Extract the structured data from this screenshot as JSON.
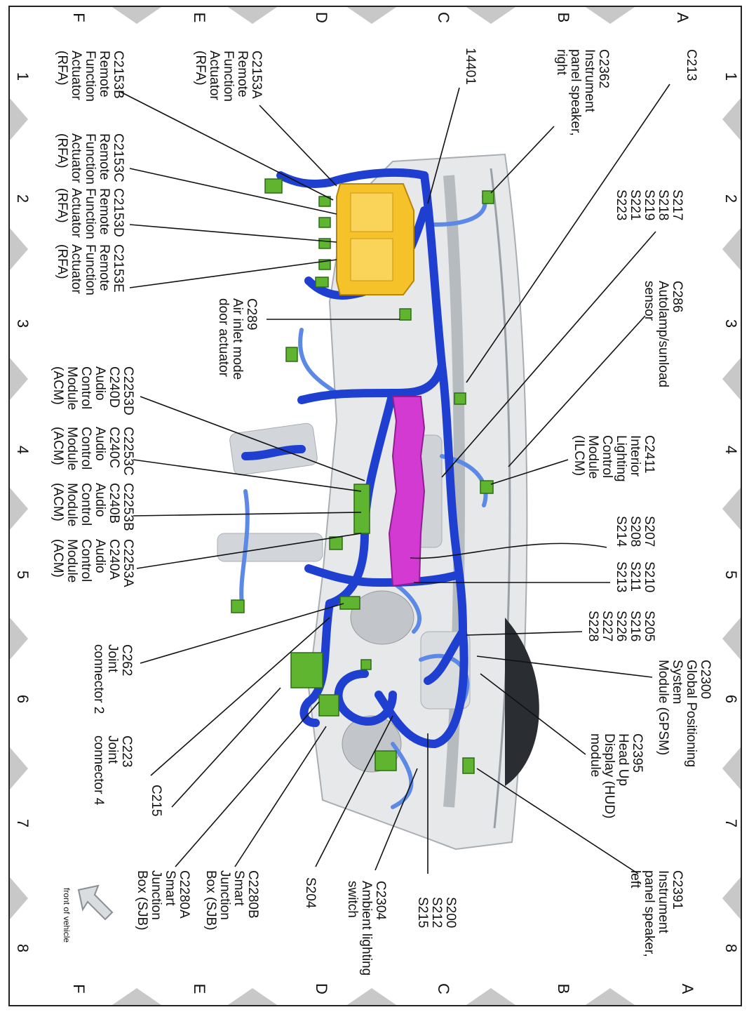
{
  "grid": {
    "letters": [
      "A",
      "B",
      "C",
      "D",
      "E",
      "F"
    ],
    "numbers": [
      "1",
      "2",
      "3",
      "4",
      "5",
      "6",
      "7",
      "8"
    ]
  },
  "labels": [
    {
      "id": "c213",
      "text": "C213"
    },
    {
      "id": "c2362",
      "text": "C2362\nInstrument\npanel speaker,\nright"
    },
    {
      "id": "14401",
      "text": "14401"
    },
    {
      "id": "c2153a",
      "text": "C2153A\nRemote\nFunction\nActuator\n(RFA)"
    },
    {
      "id": "c2153b",
      "text": "C2153B\nRemote\nFunction\nActuator\n(RFA)"
    },
    {
      "id": "c2153c",
      "text": "C2153C\nRemote\nFunction\nActuator\n(RFA)"
    },
    {
      "id": "c2153d",
      "text": "C2153D\nRemote\nFunction\nActuator\n(RFA)"
    },
    {
      "id": "c2153e",
      "text": "C2153E\nRemote\nFunction\nActuator\n(RFA)"
    },
    {
      "id": "s217",
      "text": "S217\nS218\nS219\nS221\nS223"
    },
    {
      "id": "c286",
      "text": "C286\nAutolamp/sunload\nsensor"
    },
    {
      "id": "c289",
      "text": "C289\nAir inlet mode\ndoor actuator"
    },
    {
      "id": "c2253d",
      "text": "C2253D\nC240D\nAudio\nControl\nModule\n(ACM)"
    },
    {
      "id": "c2253c",
      "text": "C2253C\nC240C\nAudio\nControl\nModule\n(ACM)"
    },
    {
      "id": "c2253b",
      "text": "C2253B\nC240B\nAudio\nControl\nModule\n(ACM)"
    },
    {
      "id": "c2253a",
      "text": "C2253A\nC240A\nAudio\nControl\nModule\n(ACM)"
    },
    {
      "id": "c2411",
      "text": "C2411\nInterior\nLighting\nControl\nModule\n(ILCM)"
    },
    {
      "id": "s207",
      "text": "S207\nS208\nS214"
    },
    {
      "id": "s210",
      "text": "S210\nS211\nS213"
    },
    {
      "id": "s205",
      "text": "S205\nS216\nS226\nS227\nS228"
    },
    {
      "id": "c2300",
      "text": "C2300\nGlobal Positioning\nSystem\nModule (GPSM)"
    },
    {
      "id": "c2395",
      "text": "C2395\nHead Up\nDisplay (HUD)\nmodule"
    },
    {
      "id": "c262",
      "text": "C262\nJoint\nconnector 2"
    },
    {
      "id": "c223",
      "text": "C223\nJoint\nconnector 4"
    },
    {
      "id": "c215",
      "text": "C215"
    },
    {
      "id": "c2391",
      "text": "C2391\nInstrument\npanel speaker,\nleft"
    },
    {
      "id": "s200",
      "text": "S200\nS212\nS215"
    },
    {
      "id": "c2304",
      "text": "C2304\nAmbient lighting\nswitch"
    },
    {
      "id": "s204",
      "text": "S204"
    },
    {
      "id": "c2280b",
      "text": "C2280B\nSmart\nJunction\nBox (SJB)"
    },
    {
      "id": "c2280a",
      "text": "C2280A\nSmart\nJunction\nBox (SJB)"
    }
  ],
  "orientation_note": "front of vehicle",
  "colors": {
    "harness": "#1f3fd0",
    "harness_light": "#5c88e6",
    "rfa_module": "#f6c22a",
    "acm_module": "#d23ad2",
    "connector": "#5fb52f",
    "body_gray": "#d2d6da",
    "grid_marker": "#c8c8c8"
  }
}
